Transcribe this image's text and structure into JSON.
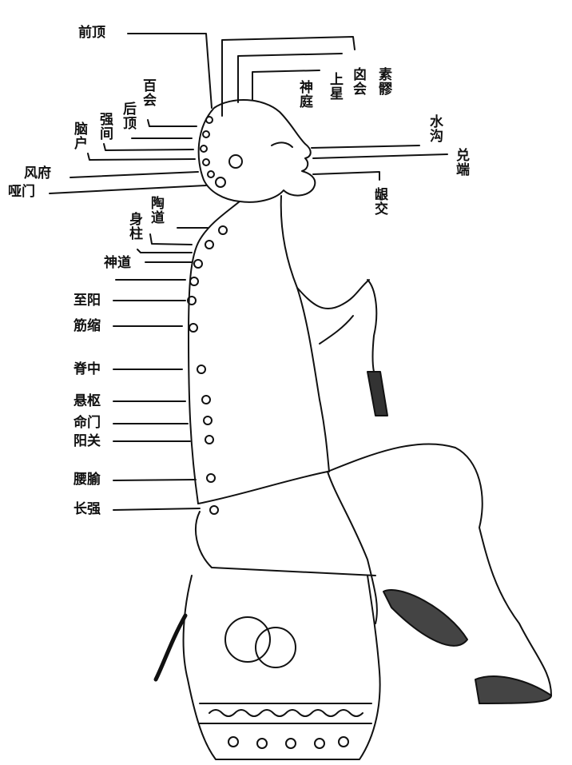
{
  "title": "督脉经穴图",
  "head_points": {
    "qianding": "前顶",
    "baihui": "百会",
    "houding": "后顶",
    "qiangjian": "强间",
    "naohu": "脑户",
    "fengfu": "风府",
    "yamen": "哑门",
    "shenting": "神庭",
    "shangxing": "上星",
    "xinhui": "囟会",
    "suliao": "素髎",
    "shuigou": "水沟",
    "duiduan": "兑端",
    "yinjiao": "龈交"
  },
  "back_points": {
    "taodao": "陶道",
    "shenzhu": "身柱",
    "shendao": "神道",
    "zhiyang": "至阳",
    "jinsuo": "筋缩",
    "jizhong": "脊中",
    "xuanshu": "悬枢",
    "mingmen": "命门",
    "yangguan": "阳关",
    "yaoshu": "腰腧",
    "changqiang": "长强"
  }
}
